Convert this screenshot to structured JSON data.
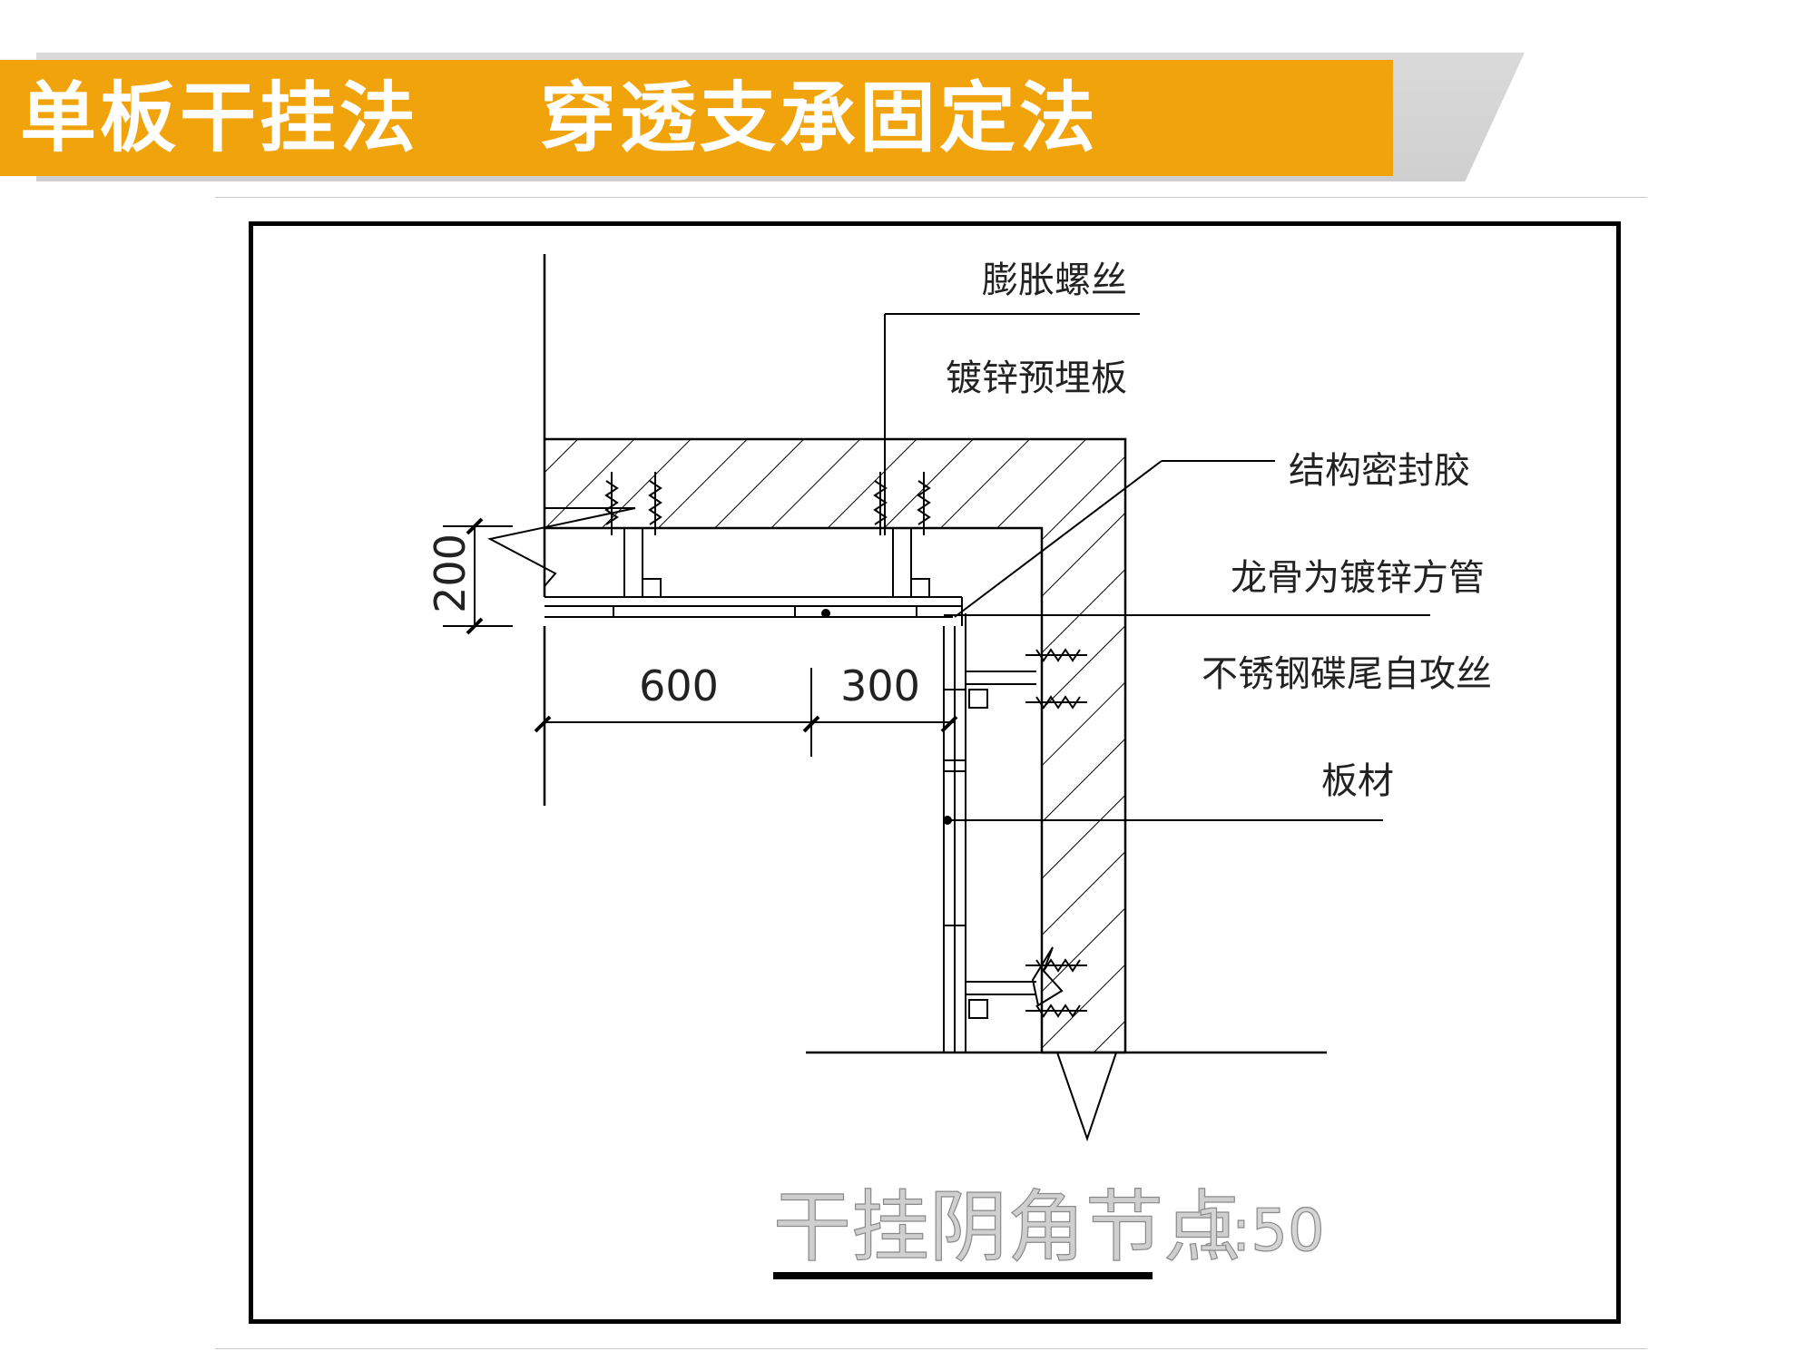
{
  "title": "单板干挂法    穿透支承固定法",
  "colors": {
    "accent": "#f0a30a",
    "title_text": "#ffffff",
    "shadow": "#d3d3d3",
    "line": "#000000"
  },
  "labels": {
    "expansion_screw": "膨胀螺丝",
    "galvanized_embedded_plate": "镀锌预埋板",
    "structural_sealant": "结构密封胶",
    "keel": "龙骨为镀锌方管",
    "self_tapping_screw": "不锈钢碟尾自攻丝",
    "panel": "板材"
  },
  "dimensions": {
    "d1": "200",
    "d2": "600",
    "d3": "300"
  },
  "caption": {
    "name": "干挂阴角节点",
    "scale": "1:50"
  }
}
